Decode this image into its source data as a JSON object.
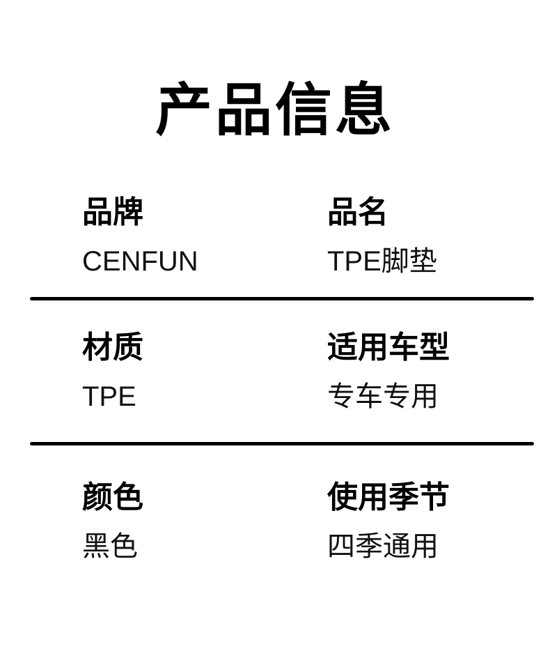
{
  "page": {
    "title": "产品信息"
  },
  "colors": {
    "background": "#ffffff",
    "text": "#000000",
    "value_text": "#111111",
    "divider": "#000000"
  },
  "specs": {
    "rows": [
      {
        "left": {
          "label": "品牌",
          "value": "CENFUN"
        },
        "right": {
          "label": "品名",
          "value": "TPE脚垫"
        }
      },
      {
        "left": {
          "label": "材质",
          "value": "TPE"
        },
        "right": {
          "label": "适用车型",
          "value": "专车专用"
        }
      },
      {
        "left": {
          "label": "颜色",
          "value": "黑色"
        },
        "right": {
          "label": "使用季节",
          "value": "四季通用"
        }
      }
    ]
  }
}
